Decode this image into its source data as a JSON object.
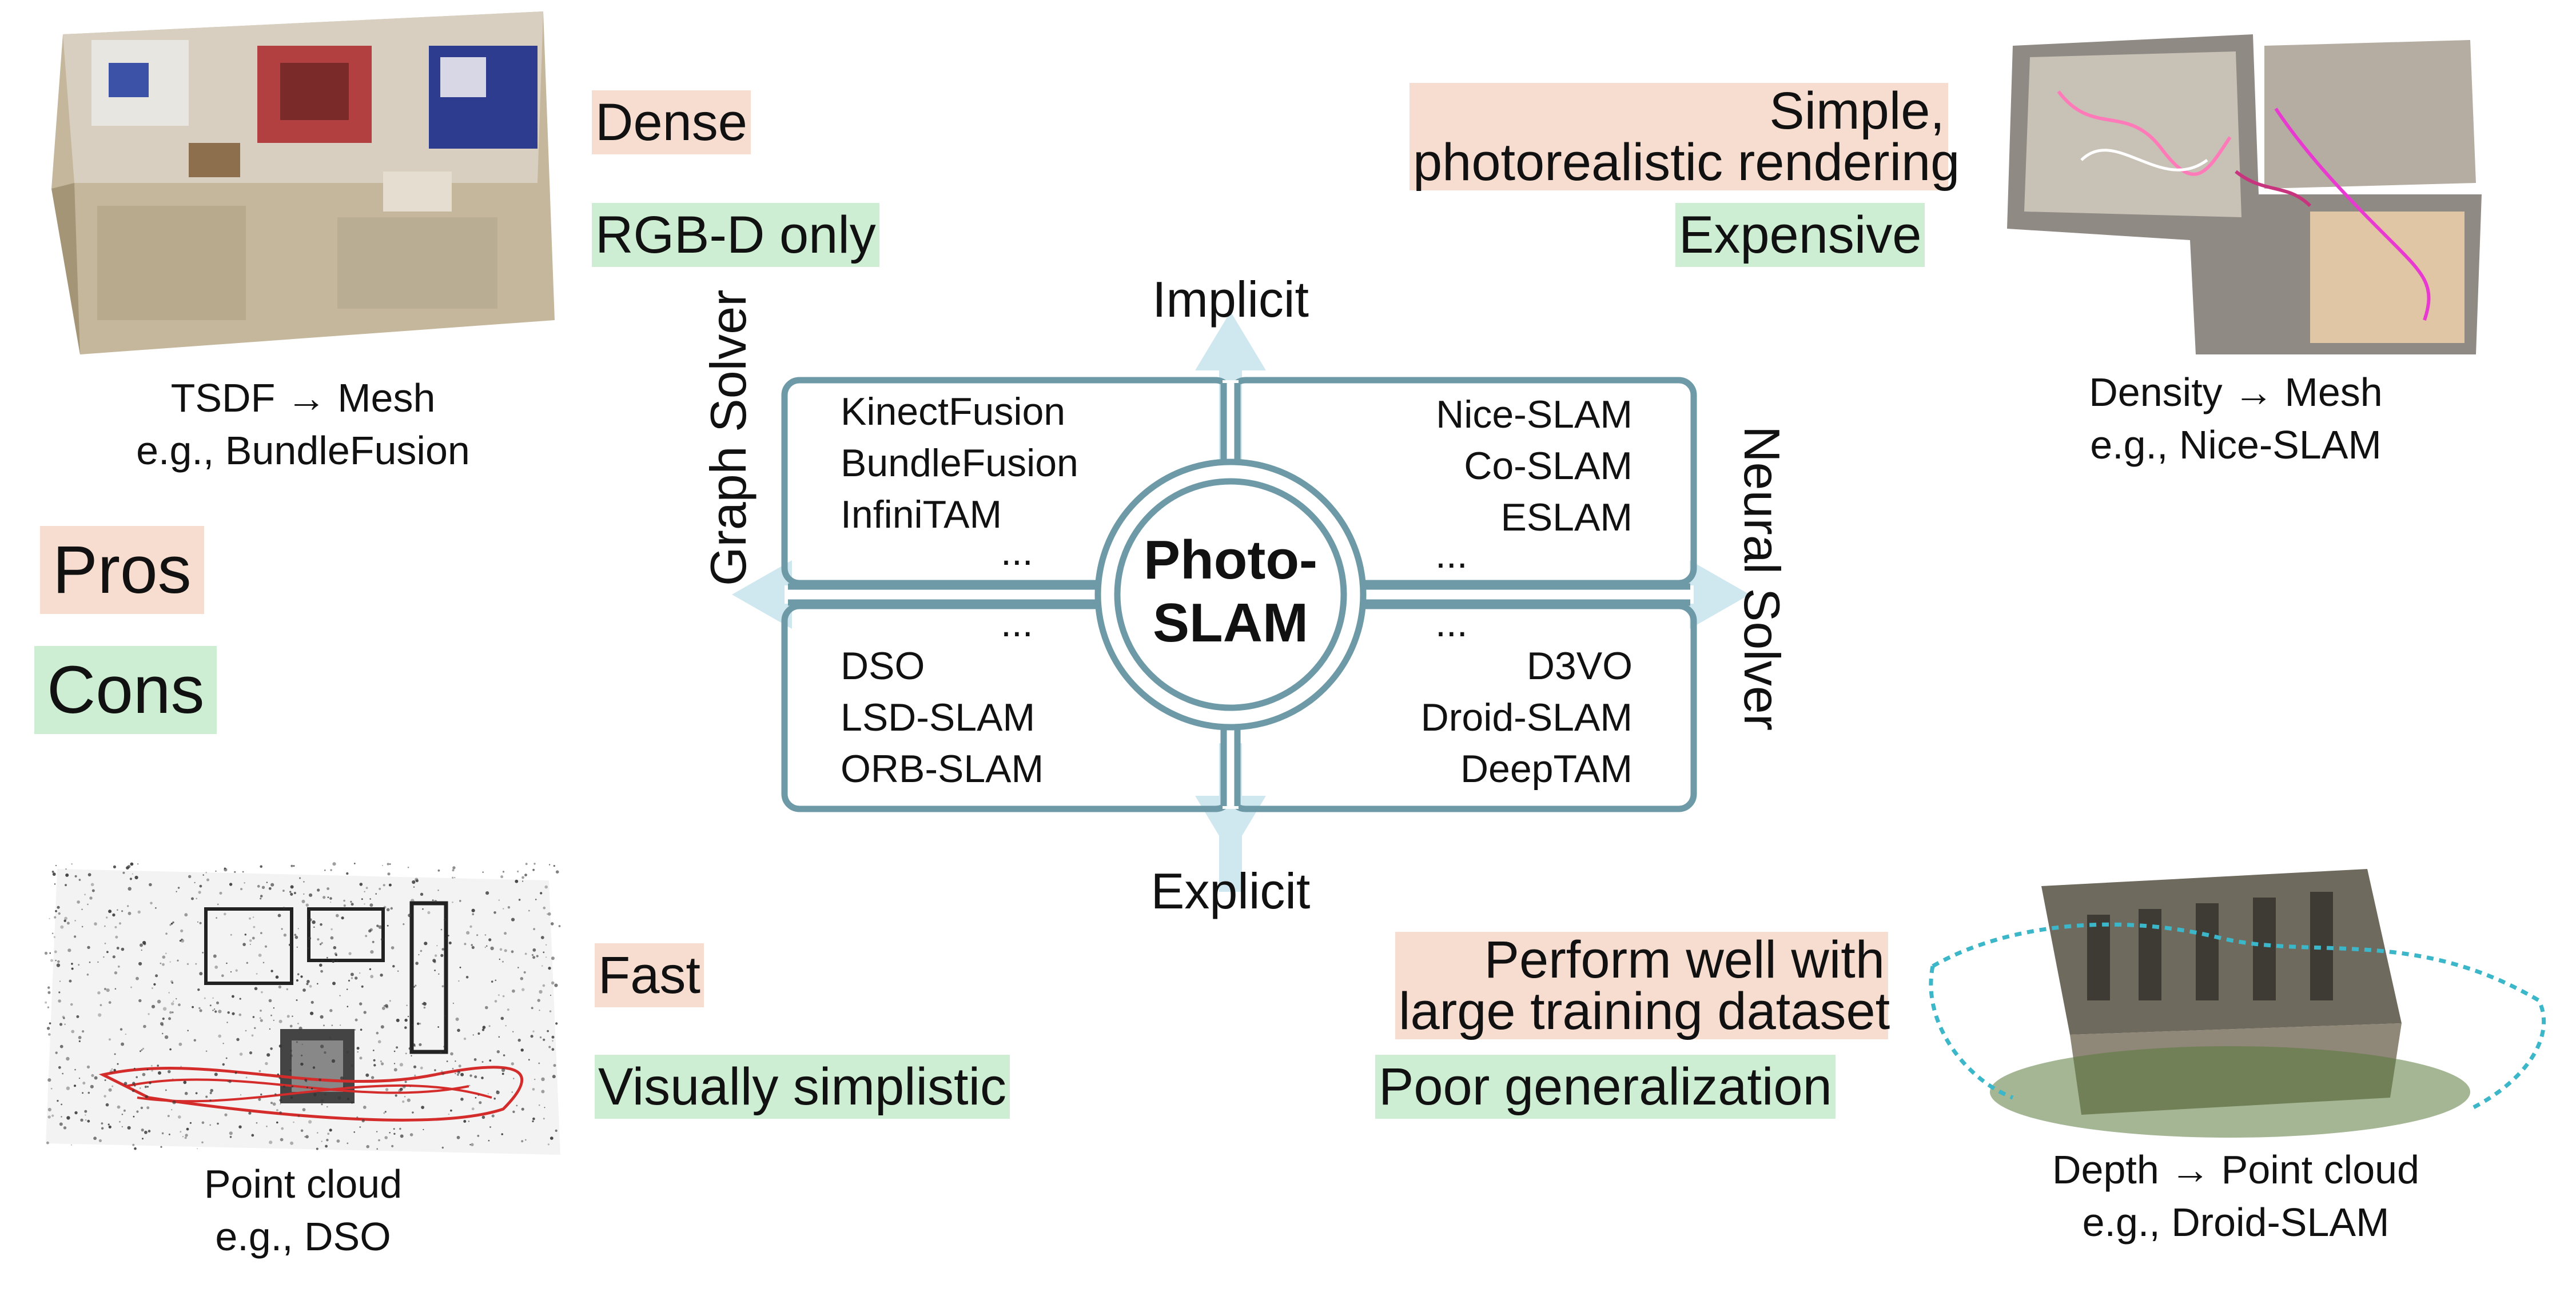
{
  "quadrants": {
    "top_left": {
      "caption": [
        "TSDF → Mesh",
        "e.g., BundleFusion"
      ],
      "pro": "Dense",
      "con": "RGB-D only",
      "methods": [
        "KinectFusion",
        "BundleFusion",
        "InfiniTAM",
        "..."
      ]
    },
    "top_right": {
      "caption": [
        "Density → Mesh",
        "e.g., Nice-SLAM"
      ],
      "pro": [
        "Simple,",
        "photorealistic rendering"
      ],
      "con": "Expensive",
      "methods": [
        "Nice-SLAM",
        "Co-SLAM",
        "ESLAM",
        "..."
      ]
    },
    "bottom_left": {
      "caption": [
        "Point cloud",
        "e.g., DSO"
      ],
      "pro": "Fast",
      "con": "Visually simplistic",
      "methods": [
        "...",
        "DSO",
        "LSD-SLAM",
        "ORB-SLAM"
      ]
    },
    "bottom_right": {
      "caption": [
        "Depth → Point cloud",
        "e.g., Droid-SLAM"
      ],
      "pro": [
        "Perform well with",
        "large training dataset"
      ],
      "con": "Poor generalization",
      "methods": [
        "...",
        "D3VO",
        "Droid-SLAM",
        "DeepTAM"
      ]
    }
  },
  "axes": {
    "top": "Implicit",
    "bottom": "Explicit",
    "left": "Graph Solver",
    "right": "Neural Solver"
  },
  "center": [
    "Photo-",
    "SLAM"
  ],
  "legend": {
    "pros": "Pros",
    "cons": "Cons"
  },
  "colors": {
    "pro_bg": "#f7ddd0",
    "con_bg": "#cdeed3",
    "frame_stroke": "#6e9aa8",
    "arrow_fill": "#cfe7ee"
  }
}
